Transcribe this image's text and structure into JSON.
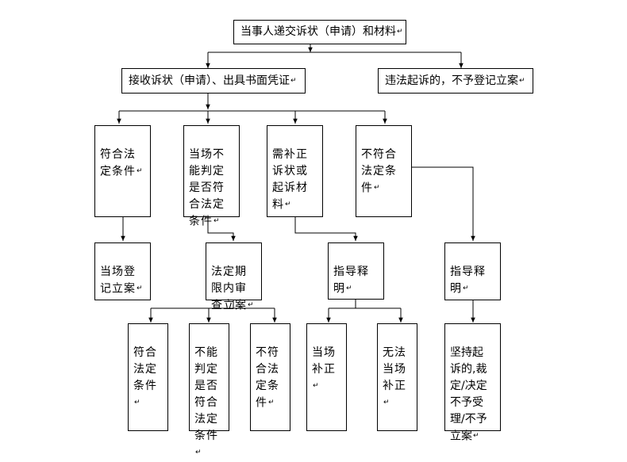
{
  "nodes": {
    "top": "当事人递交诉状（申请）和材料",
    "receive": "接收诉状（申请）、出具书面凭证",
    "reject": "违法起诉的，不予登记立案",
    "meet": "符合法\n定条件",
    "unsure": "当场不\n能判定\n是否符\n合法定\n条件",
    "supplement": "需补正\n诉状或\n起诉材\n料",
    "notmeet": "不符合\n法定条\n件",
    "register": "当场登\n记立案",
    "review": "法定期\n限内审\n查立案",
    "guide1": "指导释\n明",
    "guide2": "指导释\n明",
    "r_meet": "符合\n法定\n条件",
    "r_unsure": "不能\n判定\n是否\n符合\n法定\n条件",
    "r_notmeet": "不符\n合法\n定条\n件",
    "fix_now": "当场\n补正",
    "fix_cannot": "无法\n当场\n补正",
    "insist": "坚持起\n诉的,裁\n定/决定\n不予受\n理/不予\n立案"
  },
  "paragraph_mark": "↵"
}
